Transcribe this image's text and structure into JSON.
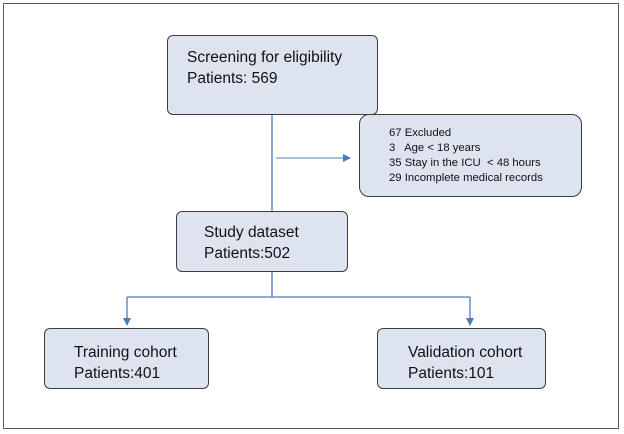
{
  "nodes": {
    "screening": {
      "title": "Screening for eligibility",
      "count": "Patients: 569"
    },
    "excluded": {
      "lines": [
        "67 Excluded",
        "3   Age < 18 years",
        "35 Stay in the ICU  < 48 hours",
        "29 Incomplete medical records"
      ]
    },
    "study": {
      "title": "Study dataset",
      "count": "Patients:502"
    },
    "training": {
      "title": "Training cohort",
      "count": "Patients:401"
    },
    "validation": {
      "title": "Validation cohort",
      "count": "Patients:101"
    }
  },
  "colors": {
    "box_fill": "#dde3ef",
    "box_border": "#3d3d3d",
    "connector": "#4a7bbf"
  }
}
